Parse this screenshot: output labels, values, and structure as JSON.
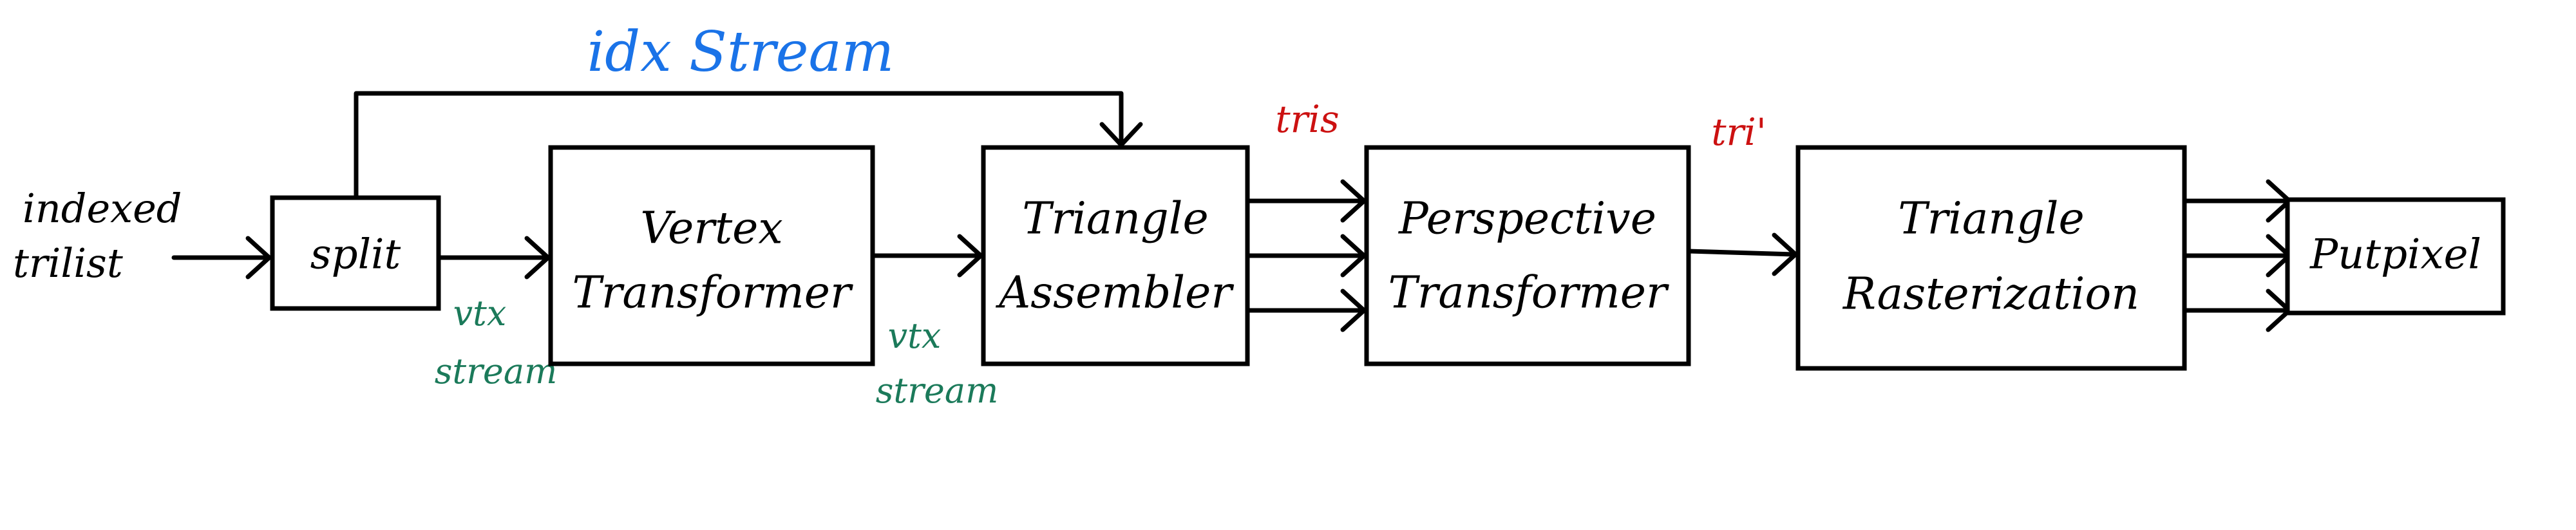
{
  "blocks": {
    "split": "split",
    "vertex_line1": "Vertex",
    "vertex_line2": "Transformer",
    "assembler_line1": "Triangle",
    "assembler_line2": "Assembler",
    "perspective_line1": "Perspective",
    "perspective_line2": "Transformer",
    "raster_line1": "Triangle",
    "raster_line2": "Rasterization",
    "putpixel": "Putpixel"
  },
  "inputs": {
    "line1": "indexed",
    "line2": "trilist"
  },
  "edge_labels": {
    "idx_stream": "idx Stream",
    "vtx_stream_1_line1": "vtx",
    "vtx_stream_1_line2": "stream",
    "vtx_stream_2_line1": "vtx",
    "vtx_stream_2_line2": "stream",
    "tris": "tris",
    "tri_prime": "tri'"
  },
  "colors": {
    "idx_stream": "#1a73e8",
    "vtx_stream": "#1b7a5a",
    "tris": "#cc1111"
  }
}
